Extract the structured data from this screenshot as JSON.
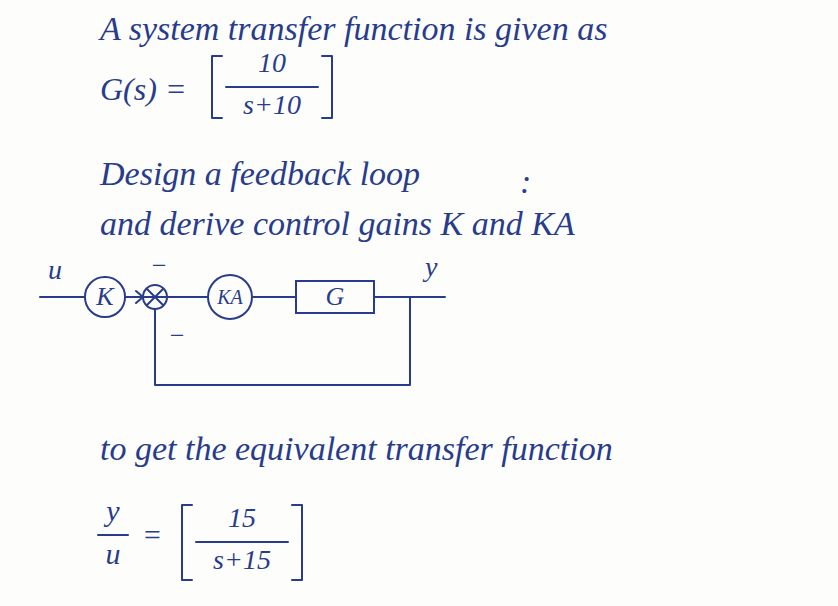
{
  "diagram": {
    "nodes": [
      {
        "text": [
          "K"
        ]
      },
      {
        "text": [
          "KA"
        ]
      },
      {
        "text": [
          "G"
        ]
      }
    ],
    "edges": [
      {
        "from": 0,
        "to": 1,
        "arrow": "none"
      },
      {
        "from": 1,
        "to": 2,
        "arrow": "none"
      }
    ],
    "labels": [
      "A system transfer function is given as",
      "G(s) =",
      "10",
      "s+10",
      "Design a feedback loop",
      ":",
      "and derive control gains K and KA",
      "u",
      "−",
      "−",
      "y",
      "to get the equivalent transfer function",
      "y",
      "u",
      "=",
      "15",
      "s+15"
    ]
  }
}
